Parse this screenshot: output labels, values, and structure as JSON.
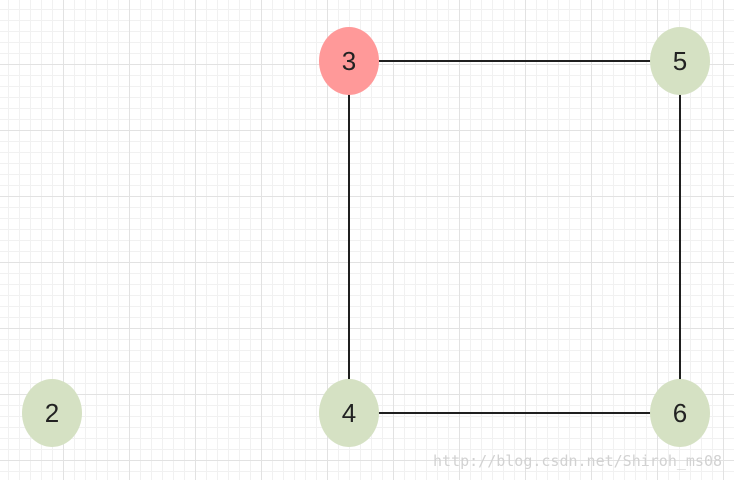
{
  "graph": {
    "nodes": [
      {
        "id": "2",
        "label": "2",
        "color": "#d5e1c3"
      },
      {
        "id": "3",
        "label": "3",
        "color": "#ff9999"
      },
      {
        "id": "4",
        "label": "4",
        "color": "#d5e1c3"
      },
      {
        "id": "5",
        "label": "5",
        "color": "#d5e1c3"
      },
      {
        "id": "6",
        "label": "6",
        "color": "#d5e1c3"
      }
    ],
    "edges": [
      {
        "from": "3",
        "to": "5"
      },
      {
        "from": "3",
        "to": "4"
      },
      {
        "from": "5",
        "to": "6"
      },
      {
        "from": "4",
        "to": "6"
      }
    ]
  },
  "watermark": "http://blog.csdn.net/Shiroh_ms08"
}
